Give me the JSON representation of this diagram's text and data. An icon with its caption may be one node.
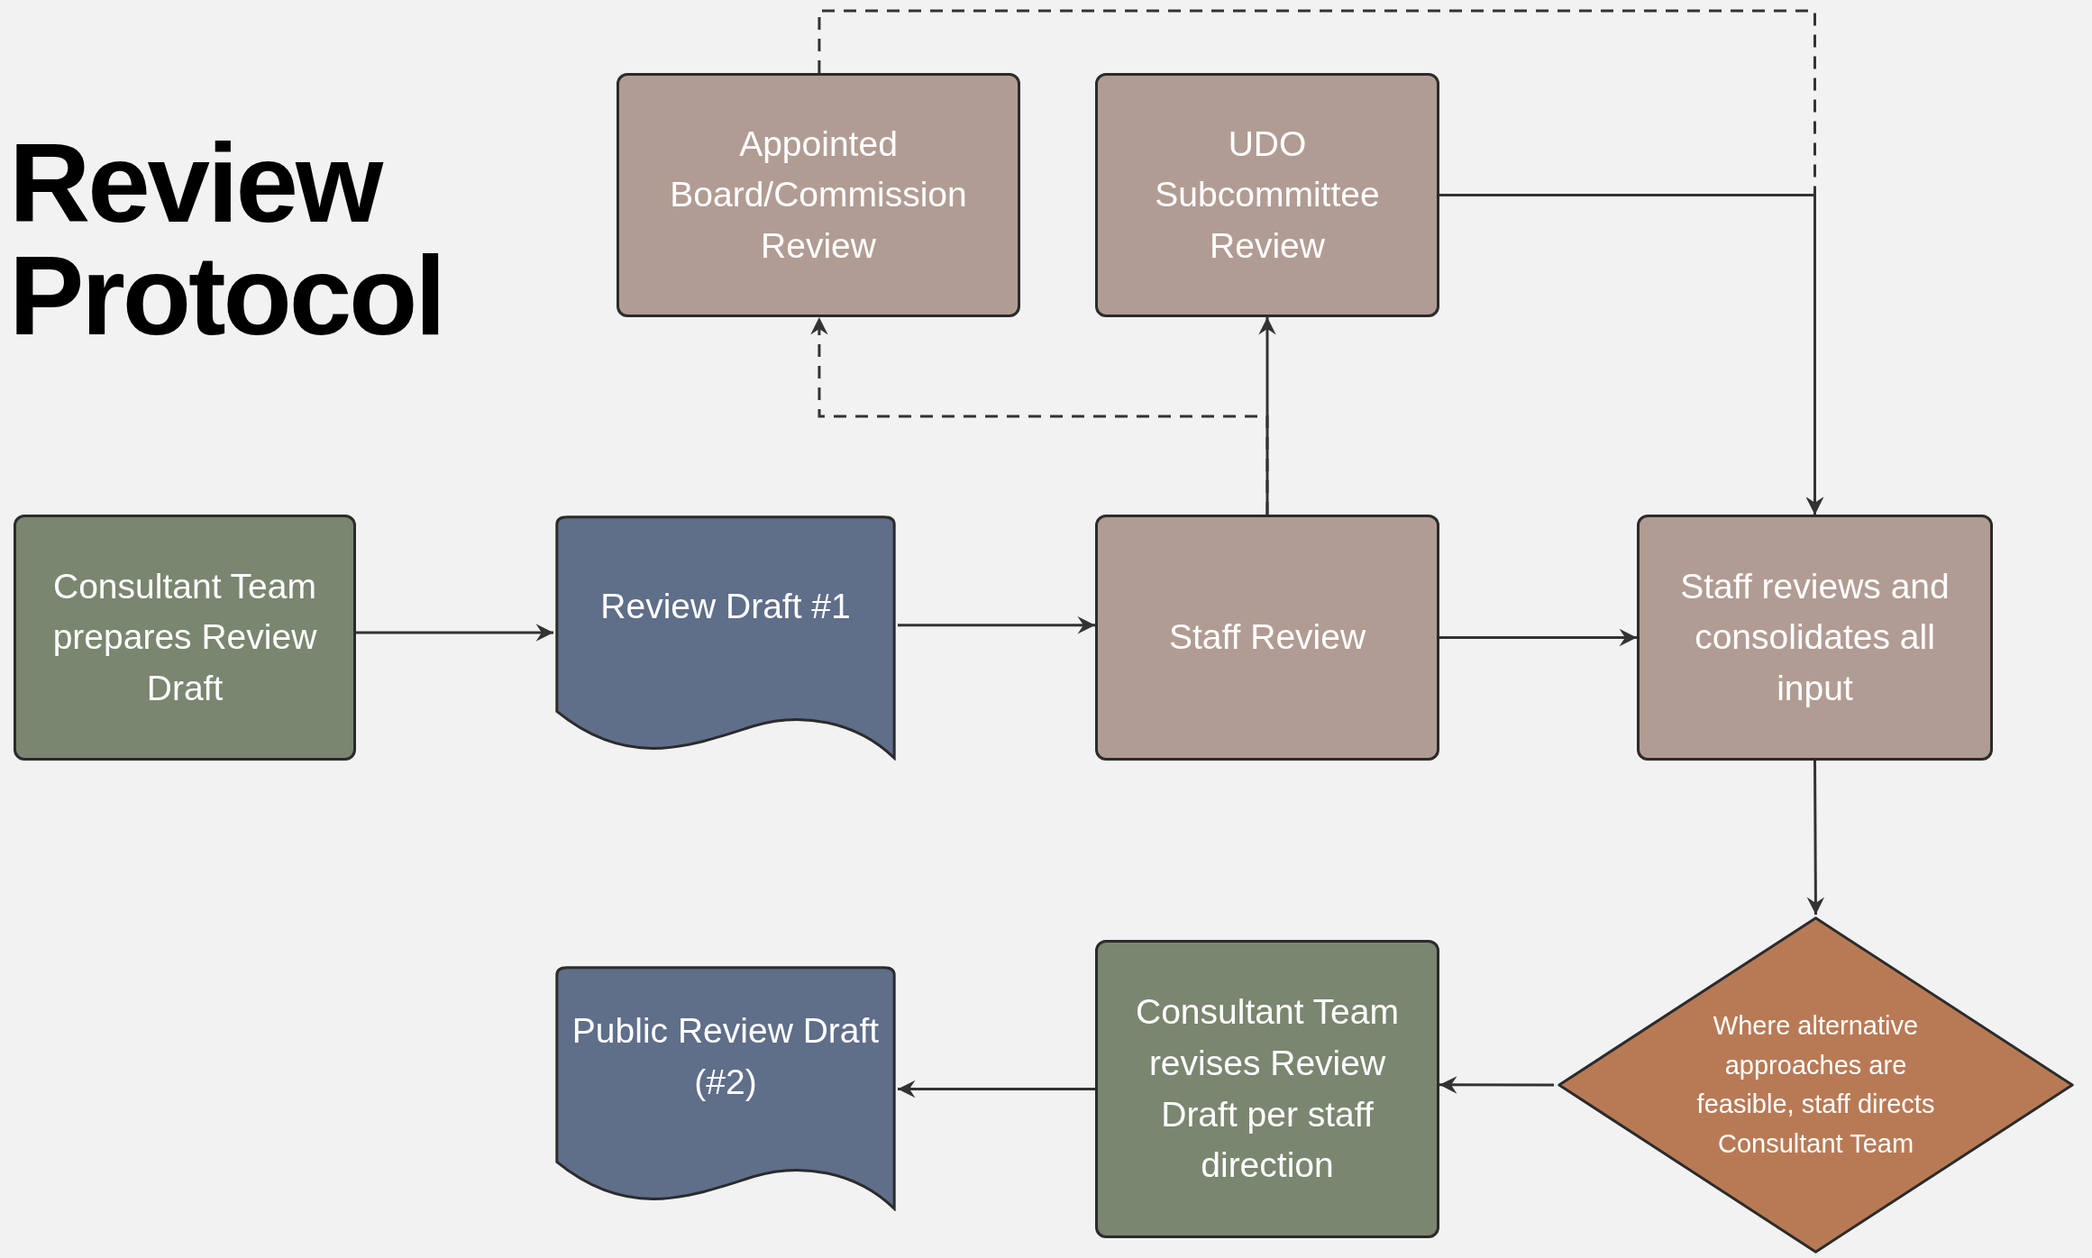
{
  "diagram": {
    "title": "Review Protocol",
    "nodes": [
      {
        "text": [
          "Appointed Board/Commission Review"
        ]
      },
      {
        "text": [
          "UDO Subcommittee Review"
        ]
      },
      {
        "text": [
          "Consultant Team prepares Review Draft"
        ]
      },
      {
        "text": [
          "Review Draft #1"
        ]
      },
      {
        "text": [
          "Staff Review"
        ]
      },
      {
        "text": [
          "Staff reviews and consolidates all input"
        ]
      },
      {
        "text": [
          "Where alternative approaches are feasible, staff directs Consultant Team"
        ]
      },
      {
        "text": [
          "Consultant Team revises Review Draft per staff direction"
        ]
      },
      {
        "text": [
          "Public Review Draft (#2)"
        ]
      }
    ],
    "edges": [
      {
        "from": 2,
        "to": 3,
        "arrow": "to"
      },
      {
        "from": 3,
        "to": 4,
        "arrow": "to"
      },
      {
        "from": 4,
        "to": 5,
        "arrow": "to"
      },
      {
        "from": 4,
        "to": 1,
        "arrow": "to"
      },
      {
        "from": 4,
        "to": 0,
        "arrow": "to",
        "style": "dashed"
      },
      {
        "from": 1,
        "to": 5,
        "arrow": "to"
      },
      {
        "from": 0,
        "to": 5,
        "arrow": "to",
        "style": "dashed"
      },
      {
        "from": 5,
        "to": 6,
        "arrow": "to"
      },
      {
        "from": 6,
        "to": 7,
        "arrow": "to"
      },
      {
        "from": 7,
        "to": 8,
        "arrow": "to"
      }
    ]
  }
}
